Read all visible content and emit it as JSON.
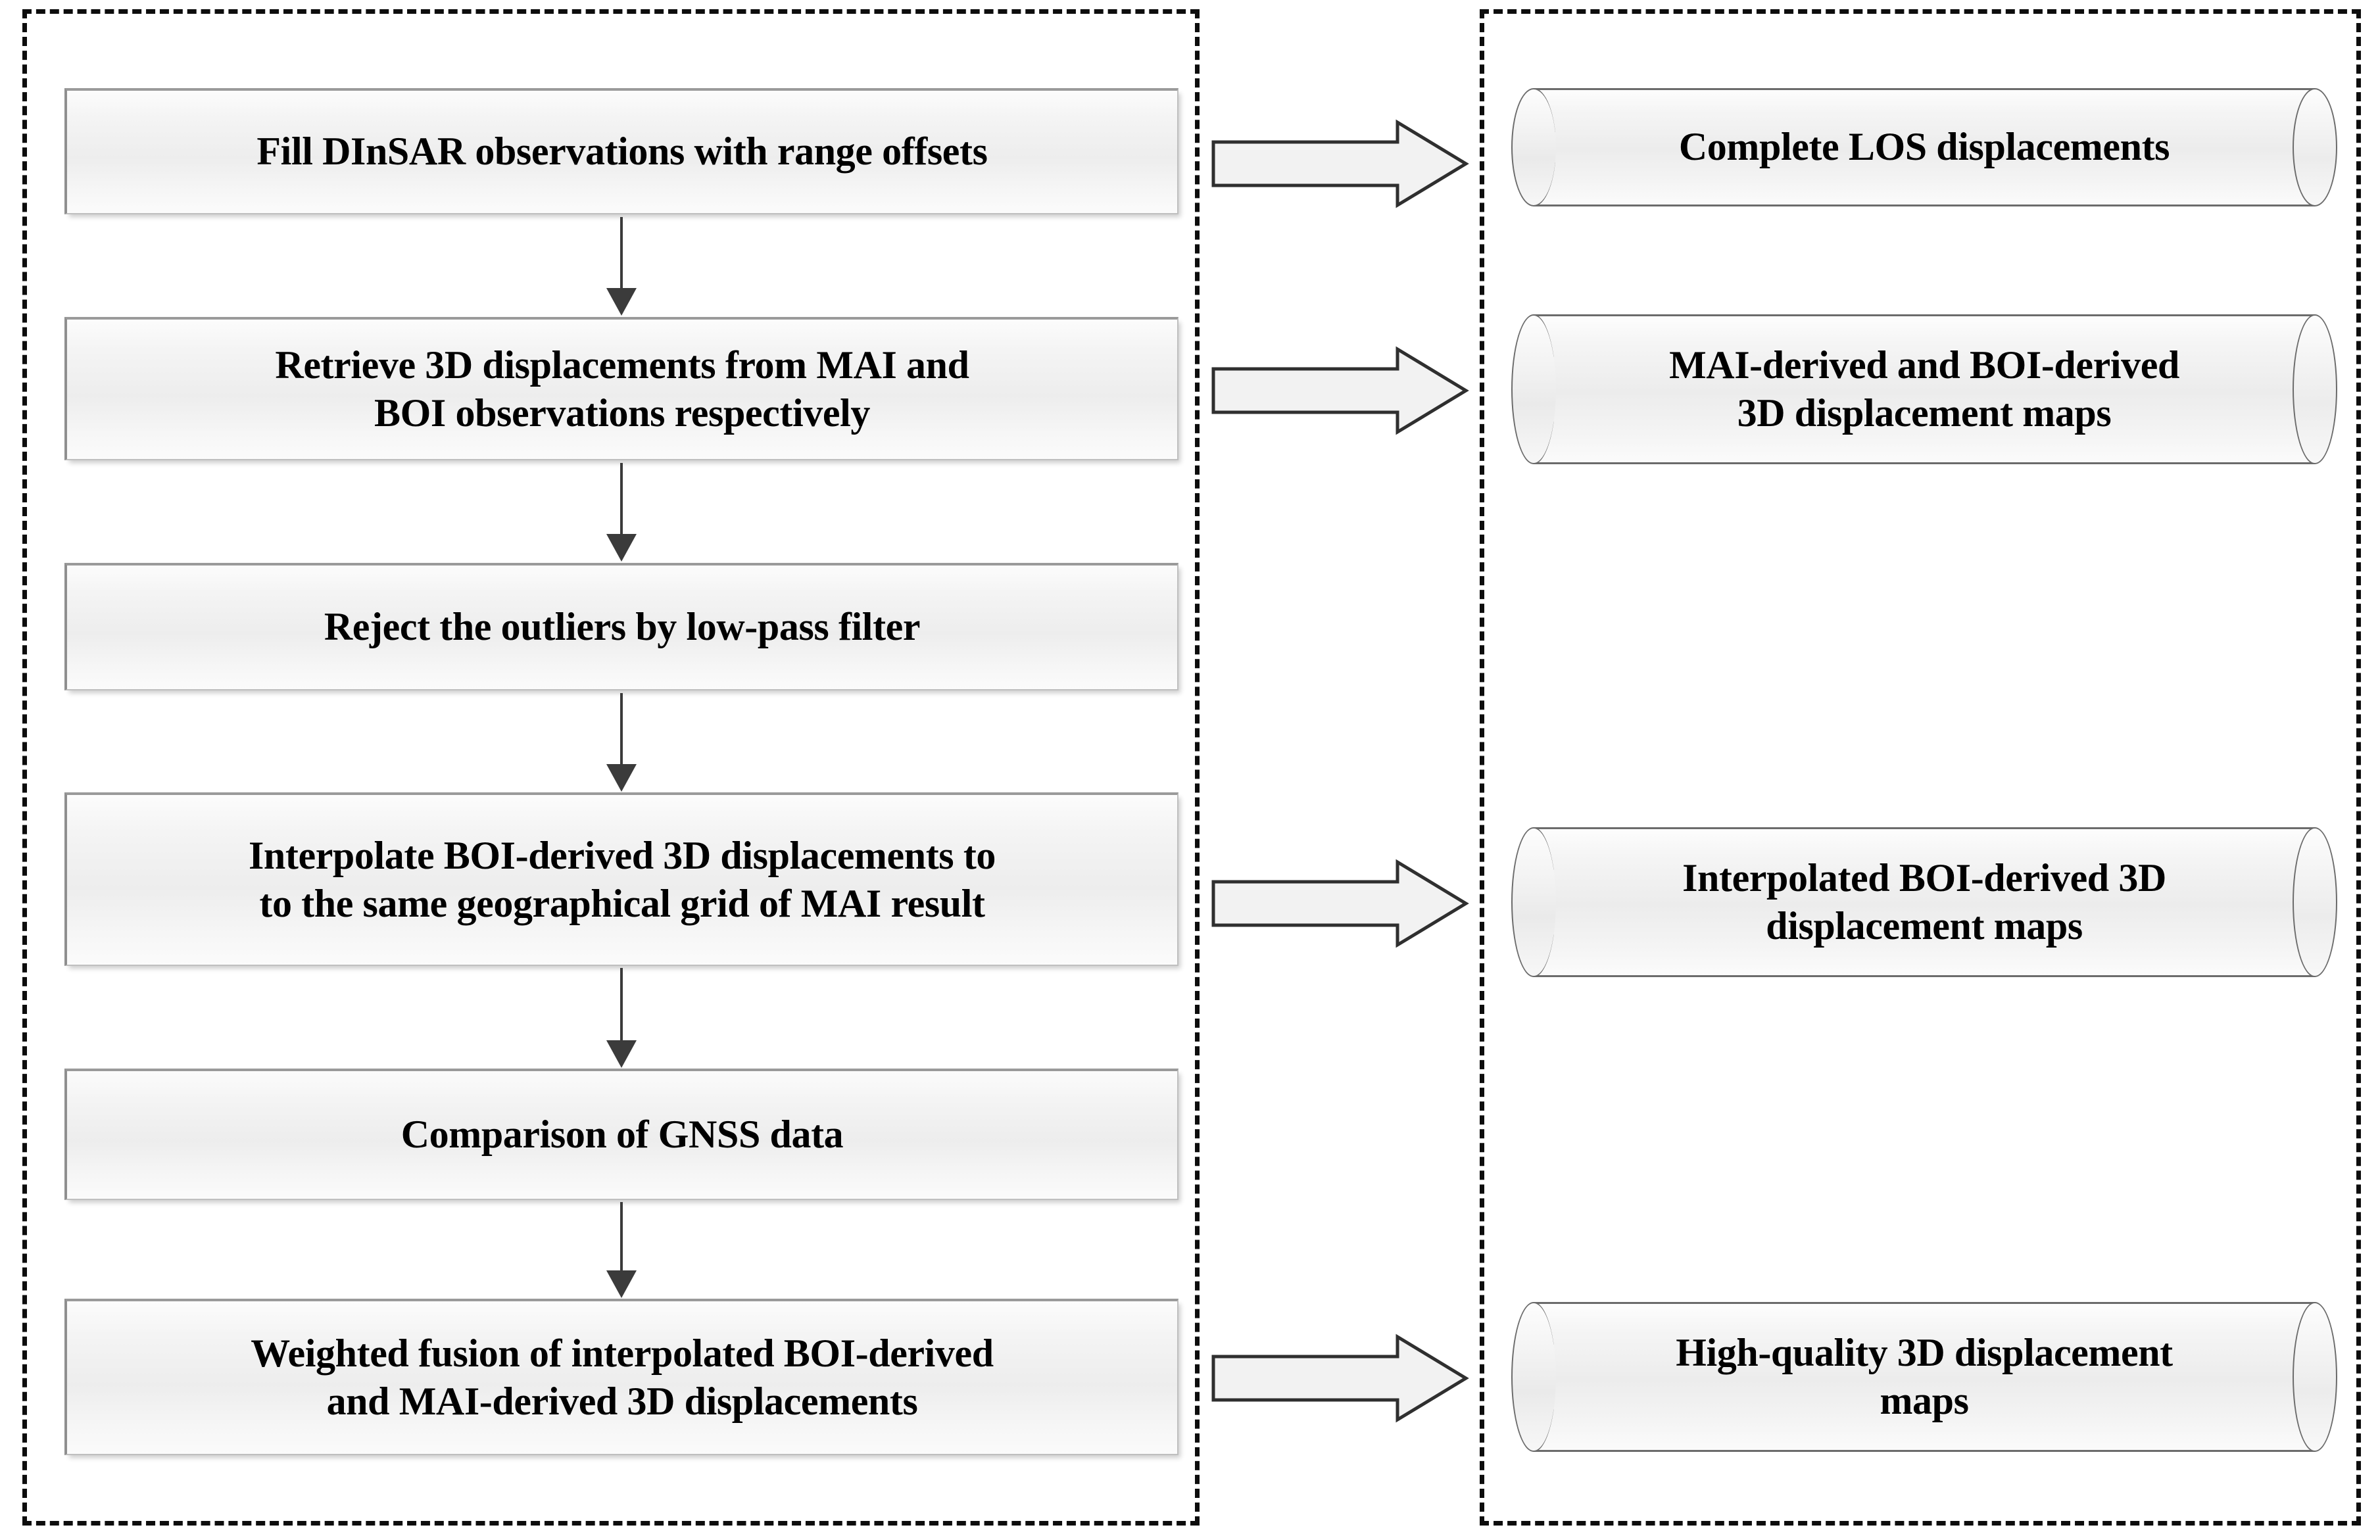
{
  "diagram": {
    "title": "DInSAR / MAI / BOI 3D displacement processing flowchart",
    "accent_border": "#0d0d0d",
    "box_fill": "#f0f0f0",
    "box_border": "#8f8f8f",
    "arrow_color": "#3b3b3b"
  },
  "left_panel": {
    "name": "processing-steps-panel",
    "steps": [
      {
        "id": "step-1",
        "line1": "Fill DInSAR observations with range offsets",
        "line2": ""
      },
      {
        "id": "step-2",
        "line1": "Retrieve 3D displacements from MAI and",
        "line2": "BOI observations respectively"
      },
      {
        "id": "step-3",
        "line1": "Reject the outliers by low-pass filter",
        "line2": ""
      },
      {
        "id": "step-4",
        "line1": "Interpolate BOI-derived 3D displacements to",
        "line2": "to the same geographical grid of MAI result"
      },
      {
        "id": "step-5",
        "line1": "Comparison of GNSS data",
        "line2": ""
      },
      {
        "id": "step-6",
        "line1": "Weighted fusion of interpolated BOI-derived",
        "line2": "and MAI-derived 3D displacements"
      }
    ]
  },
  "right_panel": {
    "name": "products-panel",
    "products": [
      {
        "id": "product-1",
        "line1": "Complete LOS displacements",
        "line2": ""
      },
      {
        "id": "product-2",
        "line1": "MAI-derived and BOI-derived",
        "line2": "3D displacement maps"
      },
      {
        "id": "product-3",
        "line1": "Interpolated BOI-derived 3D",
        "line2": "displacement maps"
      },
      {
        "id": "product-4",
        "line1": "High-quality 3D displacement",
        "line2": "maps"
      }
    ]
  },
  "connectors": {
    "vertical_arrows": 5,
    "horizontal_arrows": 4,
    "vertical_icon": "arrow-down-icon",
    "horizontal_icon": "block-arrow-right-icon"
  }
}
